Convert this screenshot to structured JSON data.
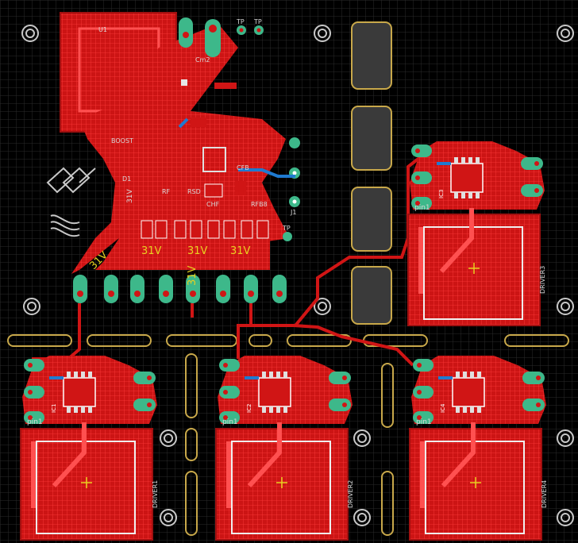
{
  "board": {
    "colors": {
      "background": "#000000",
      "grid": "#2a2a2a",
      "copper_top": "#d01515",
      "copper_hatch": "#ff3030",
      "pad": "#3db88a",
      "silk": "#c8c8c8",
      "outline": "#c8a84a",
      "via": "#b0b0b0",
      "label_yellow": "#e8d020"
    },
    "labels": {
      "u1": "U1",
      "cm2": "Cm2",
      "tp_a": "TP",
      "tp_b": "TP",
      "tp_c": "TP",
      "boost": "BOOST",
      "d1": "D1",
      "rf": "RF",
      "rsd": "RSD",
      "chf": "CHF",
      "cfb": "CFB",
      "rfb8": "RFB8",
      "j1": "J1",
      "v31_a": "31V",
      "v31_b": "31V",
      "v31_c": "31V",
      "v31_d": "31V",
      "v31_e": "31V",
      "v31_side": "31V",
      "pin1_a": "pin1",
      "pin1_b": "pin1",
      "pin1_c": "pin1",
      "pin1_d": "pin1",
      "driver1": "DRIVER1",
      "driver2": "DRIVER2",
      "driver3": "DRIVER3",
      "driver4": "DRIVER4",
      "ic1": "IC1",
      "ic2": "IC2",
      "ic3": "IC3",
      "ic4": "IC4"
    }
  }
}
